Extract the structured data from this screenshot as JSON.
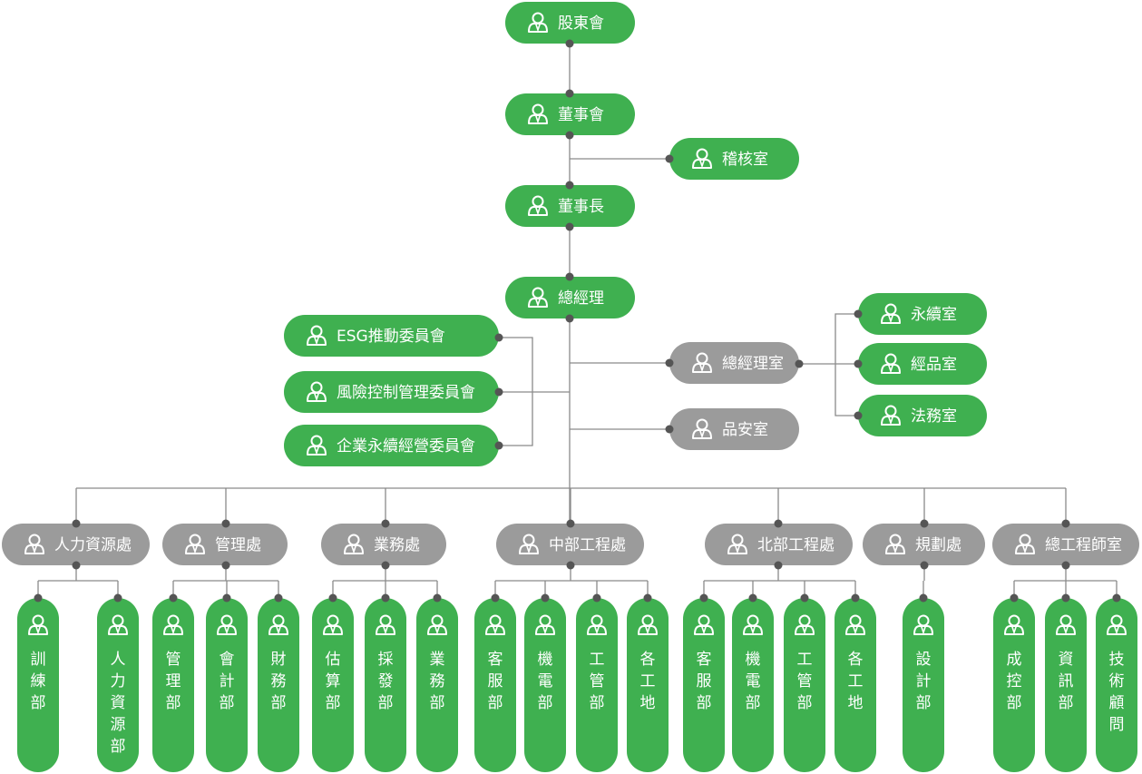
{
  "colors": {
    "green": "#3fb050",
    "gray": "#9b9b9b",
    "line": "#8a8a8a",
    "dot": "#555555"
  },
  "icon": "person-icon",
  "top_chain": [
    {
      "id": "shareholders",
      "label": "股東會",
      "color": "green"
    },
    {
      "id": "board",
      "label": "董事會",
      "color": "green"
    },
    {
      "id": "chairman",
      "label": "董事長",
      "color": "green"
    },
    {
      "id": "gm",
      "label": "總經理",
      "color": "green"
    }
  ],
  "audit": {
    "label": "稽核室",
    "color": "green"
  },
  "committees": [
    {
      "label": "ESG推動委員會",
      "color": "green"
    },
    {
      "label": "風險控制管理委員會",
      "color": "green"
    },
    {
      "label": "企業永續經營委員會",
      "color": "green"
    }
  ],
  "gm_office": {
    "label": "總經理室",
    "color": "gray",
    "children": [
      {
        "label": "永續室",
        "color": "green"
      },
      {
        "label": "經品室",
        "color": "green"
      },
      {
        "label": "法務室",
        "color": "green"
      }
    ]
  },
  "qa": {
    "label": "品安室",
    "color": "gray"
  },
  "divisions": [
    {
      "label": "人力資源處",
      "color": "gray",
      "children": [
        "訓練部",
        "人力資源部"
      ]
    },
    {
      "label": "管理處",
      "color": "gray",
      "children": [
        "管理部",
        "會計部",
        "財務部"
      ]
    },
    {
      "label": "業務處",
      "color": "gray",
      "children": [
        "估算部",
        "採發部",
        "業務部"
      ]
    },
    {
      "label": "中部工程處",
      "color": "gray",
      "children": [
        "客服部",
        "機電部",
        "工管部",
        "各工地"
      ]
    },
    {
      "label": "北部工程處",
      "color": "gray",
      "children": [
        "客服部",
        "機電部",
        "工管部",
        "各工地"
      ]
    },
    {
      "label": "規劃處",
      "color": "gray",
      "children": [
        "設計部"
      ]
    },
    {
      "label": "總工程師室",
      "color": "gray",
      "children": [
        "成控部",
        "資訊部",
        "技術顧問"
      ]
    }
  ]
}
